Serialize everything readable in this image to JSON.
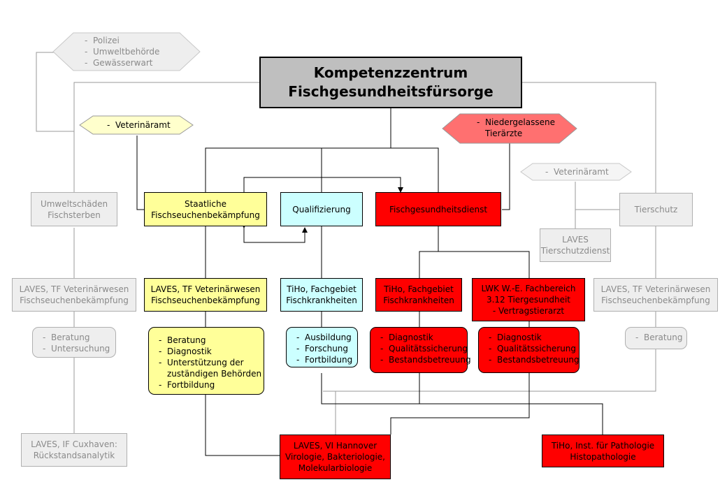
{
  "title": "Kompetenzzentrum\nFischgesundheitsfürsorge",
  "hex_police": [
    "Polizei",
    "Umweltbehörde",
    "Gewässerwart"
  ],
  "hex_vet_office_left": [
    "Veterinäramt"
  ],
  "hex_vets_private": [
    "Niedergelassene\nTierärzte"
  ],
  "hex_vet_office_right": [
    "Veterinäramt"
  ],
  "boxes": {
    "staatliche": "Staatliche\nFischseuchenbekämpfung",
    "qualifizierung": "Qualifizierung",
    "fischgesundheitsdienst": "Fischgesundheitsdienst",
    "umweltschaeden": "Umweltschäden\nFischsterben",
    "tierschutz": "Tierschutz",
    "laves_tierschutz": "LAVES\nTierschutzdienst",
    "laves_tf_left": "LAVES, TF Veterinärwesen\nFischseuchenbekämpfung",
    "laves_tf_center": "LAVES, TF Veterinärwesen\nFischseuchenbekämpfung",
    "laves_tf_right": "LAVES, TF Veterinärwesen\nFischseuchenbekämpfung",
    "tiho_fischkrankheiten_cyan": "TiHo, Fachgebiet\nFischkrankheiten",
    "tiho_fischkrankheiten_red": "TiHo, Fachgebiet\nFischkrankheiten",
    "lwk": "LWK W.-E. Fachbereich\n3.12 Tiergesundheit\n- Vertragstierarzt",
    "laves_if_cuxhaven": "LAVES, IF Cuxhaven:\nRückstandsanalytik",
    "laves_vi_hannover": "LAVES, VI Hannover\nVirologie, Bakteriologie,\nMolekularbiologie",
    "tiho_pathologie": "TiHo, Inst. für Pathologie\nHistopathologie"
  },
  "lists": {
    "grey_left": [
      "Beratung",
      "Untersuchung"
    ],
    "yellow": [
      "Beratung",
      "Diagnostik",
      "Unterstützung der\nzuständigen Behörden",
      "Fortbildung"
    ],
    "cyan": [
      "Ausbildung",
      "Forschung",
      "Fortbildung"
    ],
    "red_1": [
      "Diagnostik",
      "Qualitätssicherung",
      "Bestandsbetreuung"
    ],
    "red_2": [
      "Diagnostik",
      "Qualitätssicherung",
      "Bestandsbetreuung"
    ],
    "grey_right": [
      "Beratung"
    ]
  },
  "colors": {
    "yellow": "#ffff99",
    "cyan": "#ccffff",
    "red": "#ff0000",
    "title_grey": "#bfbfbf",
    "inactive_grey": "#eeeeee",
    "hex_yellow": "#ffffcc",
    "hex_red": "#ff7070"
  }
}
